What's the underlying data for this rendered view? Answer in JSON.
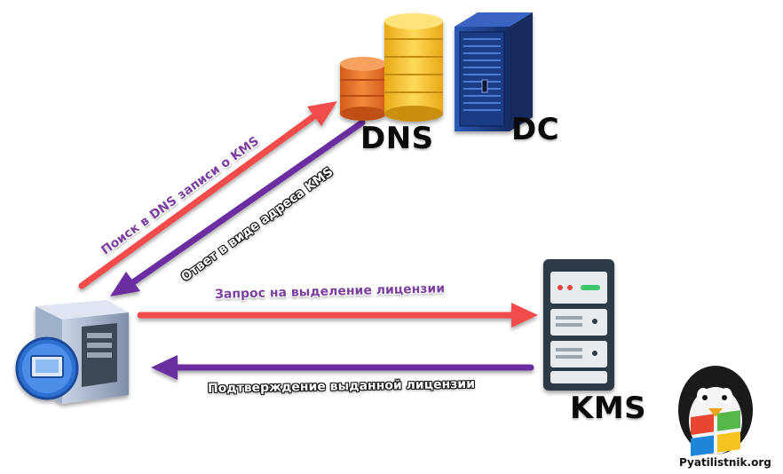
{
  "nodes": {
    "dns_label": "DNS",
    "dc_label": "DC",
    "kms_label": "KMS"
  },
  "arrows": {
    "dns_lookup": "Поиск в DNS записи о KMS",
    "dns_response": "Ответ в виде адреса KMS",
    "license_request": "Запрос на выделение лицензии",
    "license_confirm": "Подтверждение выданной лицензии"
  },
  "watermark": "Pyatilistnik.org",
  "colors": {
    "request_arrow": "#f24b4b",
    "response_arrow": "#6a2ea0",
    "coin_gold": "#f5c33b",
    "coin_orange": "#e8702a",
    "rack_blue": "#1d3f8f",
    "kms_server": "#2f3b45"
  },
  "icons": [
    "client-computer-icon",
    "dns-coins-icon",
    "dc-rack-icon",
    "kms-server-icon",
    "penguin-windows-logo-icon"
  ]
}
